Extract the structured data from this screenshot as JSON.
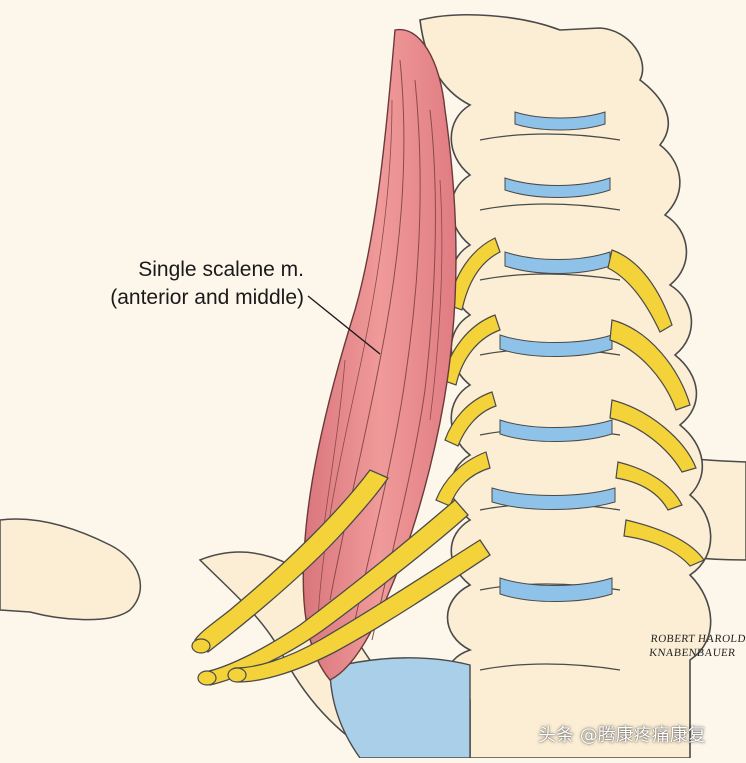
{
  "figure": {
    "label_line1": "Single scalene m.",
    "label_line2": "(anterior and middle)",
    "signature_line1": "ROBERT HAROLD",
    "signature_line2": "KNABENBAUER",
    "watermark": "头条 @腾康疼痛康复"
  },
  "colors": {
    "background": "#fdf6ea",
    "bone": "#fbeed4",
    "outline": "#4a4a4a",
    "disc": "#8fc2e8",
    "muscle": "#e8868a",
    "nerve": "#f3d23a"
  },
  "icons": [
    "cervical-spine-illustration",
    "scalene-muscle",
    "brachial-plexus-nerves"
  ]
}
